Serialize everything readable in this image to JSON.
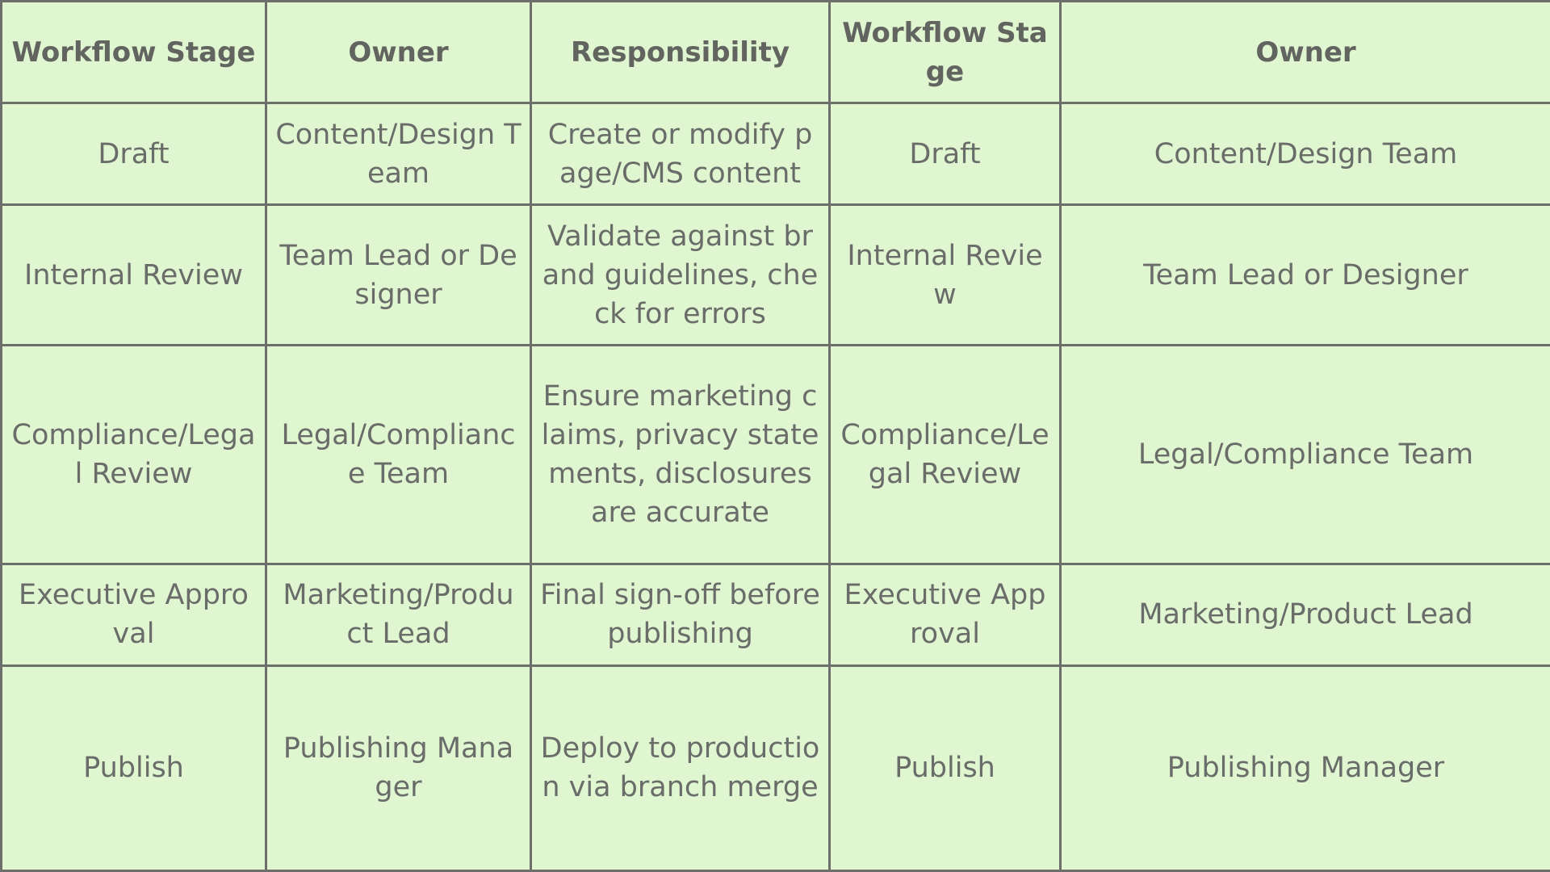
{
  "table": {
    "headers": [
      "Workflow Stage",
      "Owner",
      "Responsibility",
      "Workflow Stage",
      "Owner"
    ],
    "rows": [
      [
        "Draft",
        "Content/Design Team",
        "Create or modify page/CMS content",
        "Draft",
        "Content/Design Team"
      ],
      [
        "Internal Review",
        "Team Lead or Designer",
        "Validate against brand guidelines, check for errors",
        "Internal Review",
        "Team Lead or Designer"
      ],
      [
        "Compliance/Legal Review",
        "Legal/Compliance Team",
        "Ensure marketing claims, privacy statements, disclosures are accurate",
        "Compliance/Legal Review",
        "Legal/Compliance Team"
      ],
      [
        "Executive Approval",
        "Marketing/Product Lead",
        "Final sign-off before publishing",
        "Executive Approval",
        "Marketing/Product Lead"
      ],
      [
        "Publish",
        "Publishing Manager",
        "Deploy to production via branch merge",
        "Publish",
        "Publishing Manager"
      ]
    ]
  },
  "colors": {
    "background": "#dff6d0",
    "border": "#6c6e6b",
    "text": "#6a6c69"
  }
}
